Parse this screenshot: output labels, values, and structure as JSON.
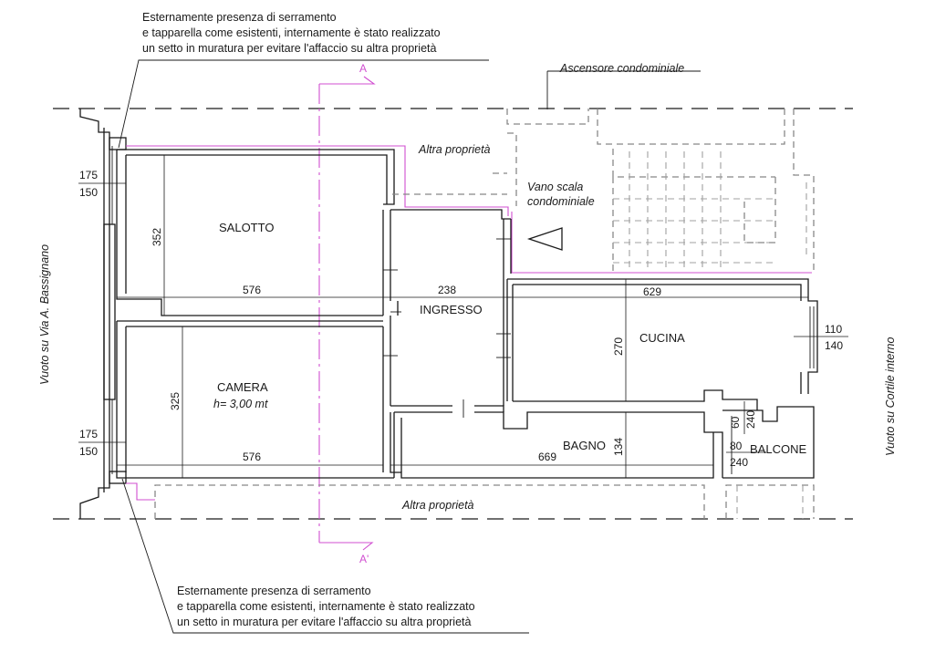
{
  "notes": {
    "top": [
      "Esternamente presenza di serramento",
      "e tapparella come esistenti, internamente è stato realizzato",
      "un setto in muratura per evitare l'affaccio su altra proprietà"
    ],
    "bottom": [
      "Esternamente presenza di serramento",
      "e tapparella come esistenti, internamente è stato realizzato",
      "un setto in muratura per evitare l'affaccio su altra proprietà"
    ]
  },
  "labels": {
    "ascensore": "Ascensore condominiale",
    "altra_top": "Altra proprietà",
    "altra_bottom": "Altra proprietà",
    "vano_1": "Vano scala",
    "vano_2": "condominiale",
    "via_left": "Vuoto su Via A. Bassignano",
    "cortile_right": "Vuoto su Cortile interno"
  },
  "rooms": {
    "salotto": "SALOTTO",
    "camera": "CAMERA",
    "camera_height": "h= 3,00 mt",
    "ingresso": "INGRESSO",
    "cucina": "CUCINA",
    "bagno": "BAGNO",
    "balcone": "BALCONE"
  },
  "section_marks": {
    "top": "A",
    "bottom": "A'"
  },
  "dimensions": {
    "window_top_h": "175",
    "window_top_w": "150",
    "window_bot_h": "175",
    "window_bot_w": "150",
    "salotto_depth": "352",
    "salotto_width": "576",
    "ingresso_width": "238",
    "cucina_width": "629",
    "cucina_depth": "270",
    "window_cucina_h": "110",
    "window_cucina_w": "140",
    "camera_depth": "325",
    "camera_width": "576",
    "bagno_width": "669",
    "bagno_depth": "134",
    "door_60": "60",
    "door_240a": "240",
    "door_80": "80",
    "door_240b": "240"
  }
}
